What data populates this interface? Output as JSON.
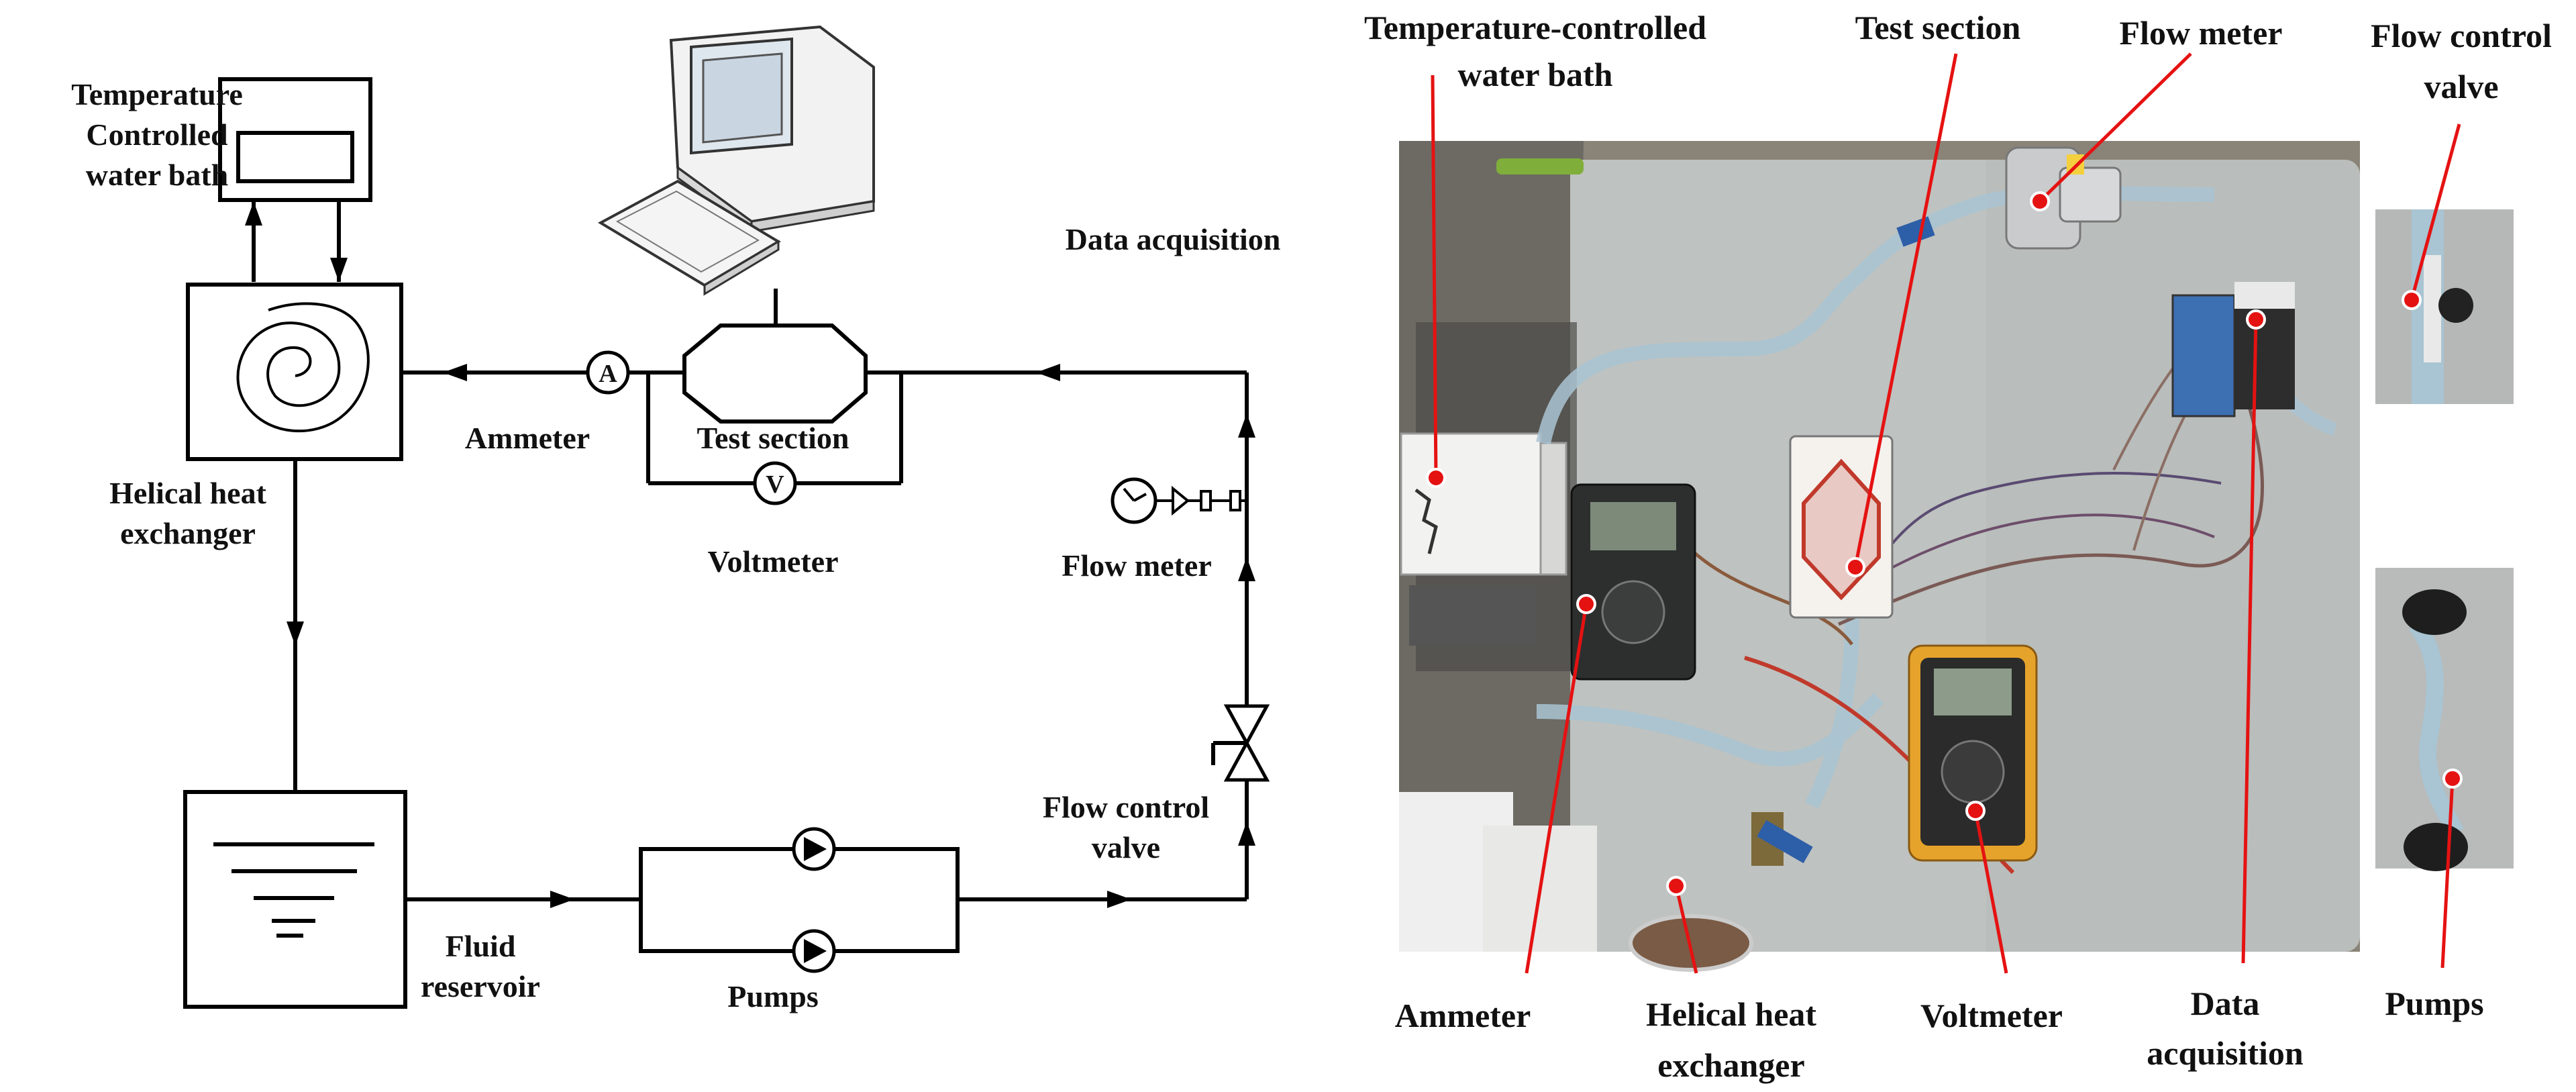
{
  "schematic": {
    "water_bath": "Temperature\nControlled\nwater bath",
    "heat_exchanger": "Helical heat\nexchanger",
    "reservoir": "Fluid\nreservoir",
    "pumps": "Pumps",
    "flow_control_valve": "Flow control\nvalve",
    "flow_meter": "Flow meter",
    "data_acquisition": "Data acquisition",
    "ammeter": "Ammeter",
    "test_section": "Test section",
    "voltmeter": "Voltmeter",
    "ammeter_symbol": "A",
    "voltmeter_symbol": "V"
  },
  "photo": {
    "water_bath": "Temperature-controlled\nwater bath",
    "test_section": "Test section",
    "flow_meter": "Flow meter",
    "flow_control_valve": "Flow control\nvalve",
    "ammeter": "Ammeter",
    "heat_exchanger": "Helical heat\nexchanger",
    "voltmeter": "Voltmeter",
    "data_acquisition": "Data\nacquisition",
    "pumps": "Pumps"
  },
  "colors": {
    "line": "#000000",
    "label": "#111111",
    "callout": "#e51212",
    "bench": "#b9bdbb"
  }
}
